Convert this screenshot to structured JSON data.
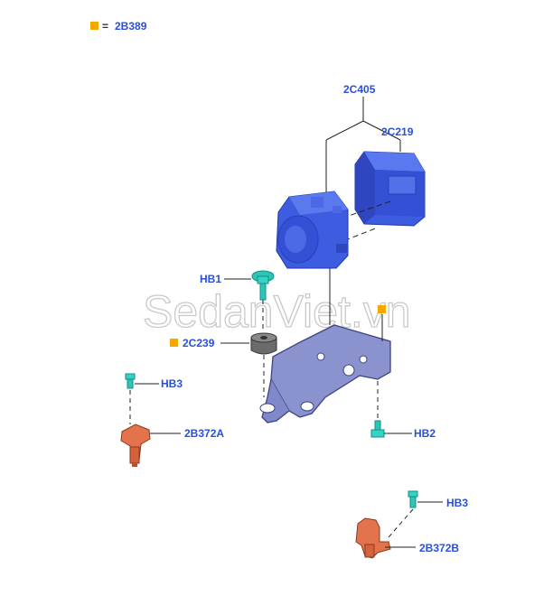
{
  "legend": {
    "symbol": "■",
    "equals": "=",
    "code": "2B389"
  },
  "watermark": "SedanViet.vn",
  "labels": {
    "hcu_assembly": "2C405",
    "ecu_module": "2C219",
    "screw_hb1": "HB1",
    "isolator": "2C239",
    "bolt_hb2": "HB2",
    "bolt_hb3_left": "HB3",
    "bolt_hb3_right": "HB3",
    "sensor_left": "2B372A",
    "sensor_right": "2B372B"
  },
  "colors": {
    "label_blue": "#2a4fd8",
    "legend_orange": "#f5a800",
    "module_blue": "#3d5ce0",
    "bracket": "#7f88c8",
    "fastener_teal": "#2cc6b7",
    "isolator_gray": "#6b6b6b",
    "sensor_copper": "#e2734d"
  }
}
